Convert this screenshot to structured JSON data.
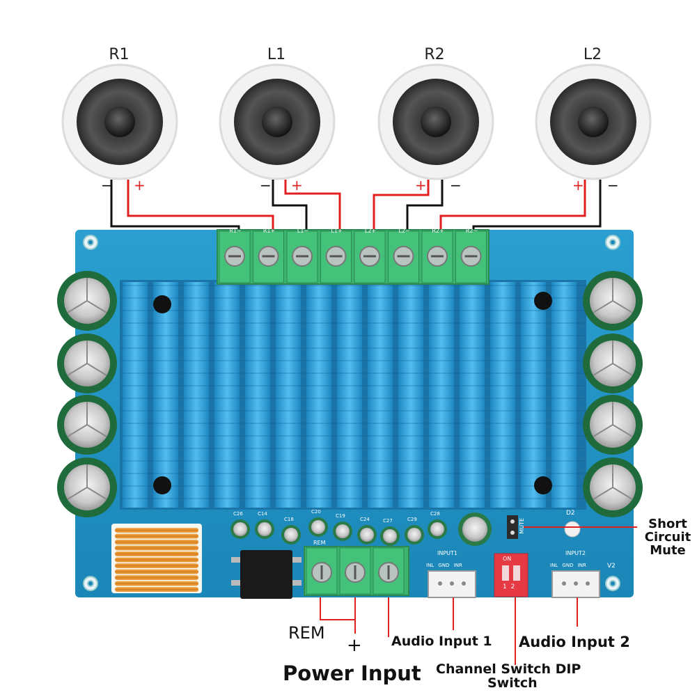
{
  "speakers": [
    {
      "label": "R1"
    },
    {
      "label": "L1"
    },
    {
      "label": "R2"
    },
    {
      "label": "L2"
    }
  ],
  "polarity": {
    "minus": "−",
    "plus": "+"
  },
  "terminal_labels": [
    "R1−",
    "R1+",
    "L1−",
    "L1+",
    "L2+",
    "L2−",
    "R2+",
    "R2−"
  ],
  "board": {
    "mute_label": "MUTE",
    "d2_label": "D2",
    "v2_label": "V2",
    "input1_label": "INPUT1",
    "input2_label": "INPUT2",
    "input1_pins": "INL GND INR",
    "input2_pins": "INL GND INR",
    "rem_label": "REM",
    "dip_on": "ON",
    "dip_nums": "1 2",
    "cap_labels": [
      "C26",
      "C14",
      "C18",
      "C20",
      "C19",
      "C24",
      "C27",
      "C29",
      "C28"
    ]
  },
  "callouts": {
    "short_circuit_mute": "Short\nCircuit\nMute",
    "rem": "REM",
    "plus": "+",
    "audio_input_1": "Audio Input 1",
    "audio_input_2": "Audio Input 2",
    "power_input": "Power Input",
    "dip_switch_line1": "Channel Switch DIP",
    "dip_switch_line2": "Switch"
  },
  "colors": {
    "board": "#1f8fc0",
    "heatsink": "#2aa0d8",
    "terminal": "#3cb46e",
    "capacitor": "#1f6b3c",
    "wire_red": "#e02020",
    "wire_black": "#111111"
  }
}
